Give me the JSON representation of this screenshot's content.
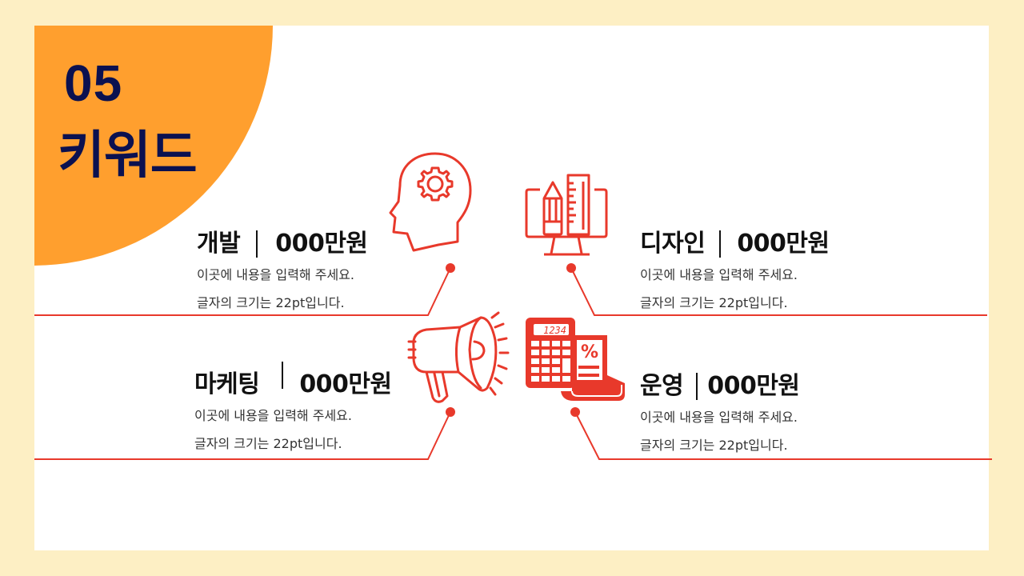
{
  "slide": {
    "number": "05",
    "title": "키워드",
    "colors": {
      "background": "#fdefc4",
      "card": "#ffffff",
      "accent_shape": "#ff9f2e",
      "title_text": "#0b1150",
      "line_red": "#e8392b"
    }
  },
  "items": [
    {
      "name": "개발",
      "amount": "000만원",
      "desc_line1": "이곳에 내용을 입력해 주세요.",
      "desc_line2": "글자의 크기는 22pt입니다.",
      "icon": "head-gear-icon"
    },
    {
      "name": "디자인",
      "amount": "000만원",
      "desc_line1": "이곳에 내용을 입력해 주세요.",
      "desc_line2": "글자의 크기는 22pt입니다.",
      "icon": "monitor-pencil-ruler-icon"
    },
    {
      "name": "마케팅",
      "amount": "000만원",
      "desc_line1": "이곳에 내용을 입력해 주세요.",
      "desc_line2": "글자의 크기는 22pt입니다.",
      "icon": "megaphone-icon"
    },
    {
      "name": "운영",
      "amount": "000만원",
      "desc_line1": "이곳에 내용을 입력해 주세요.",
      "desc_line2": "글자의 크기는 22pt입니다.",
      "icon": "calculator-receipt-icon"
    }
  ],
  "calculator_display": "1234",
  "receipt_symbol": "%"
}
